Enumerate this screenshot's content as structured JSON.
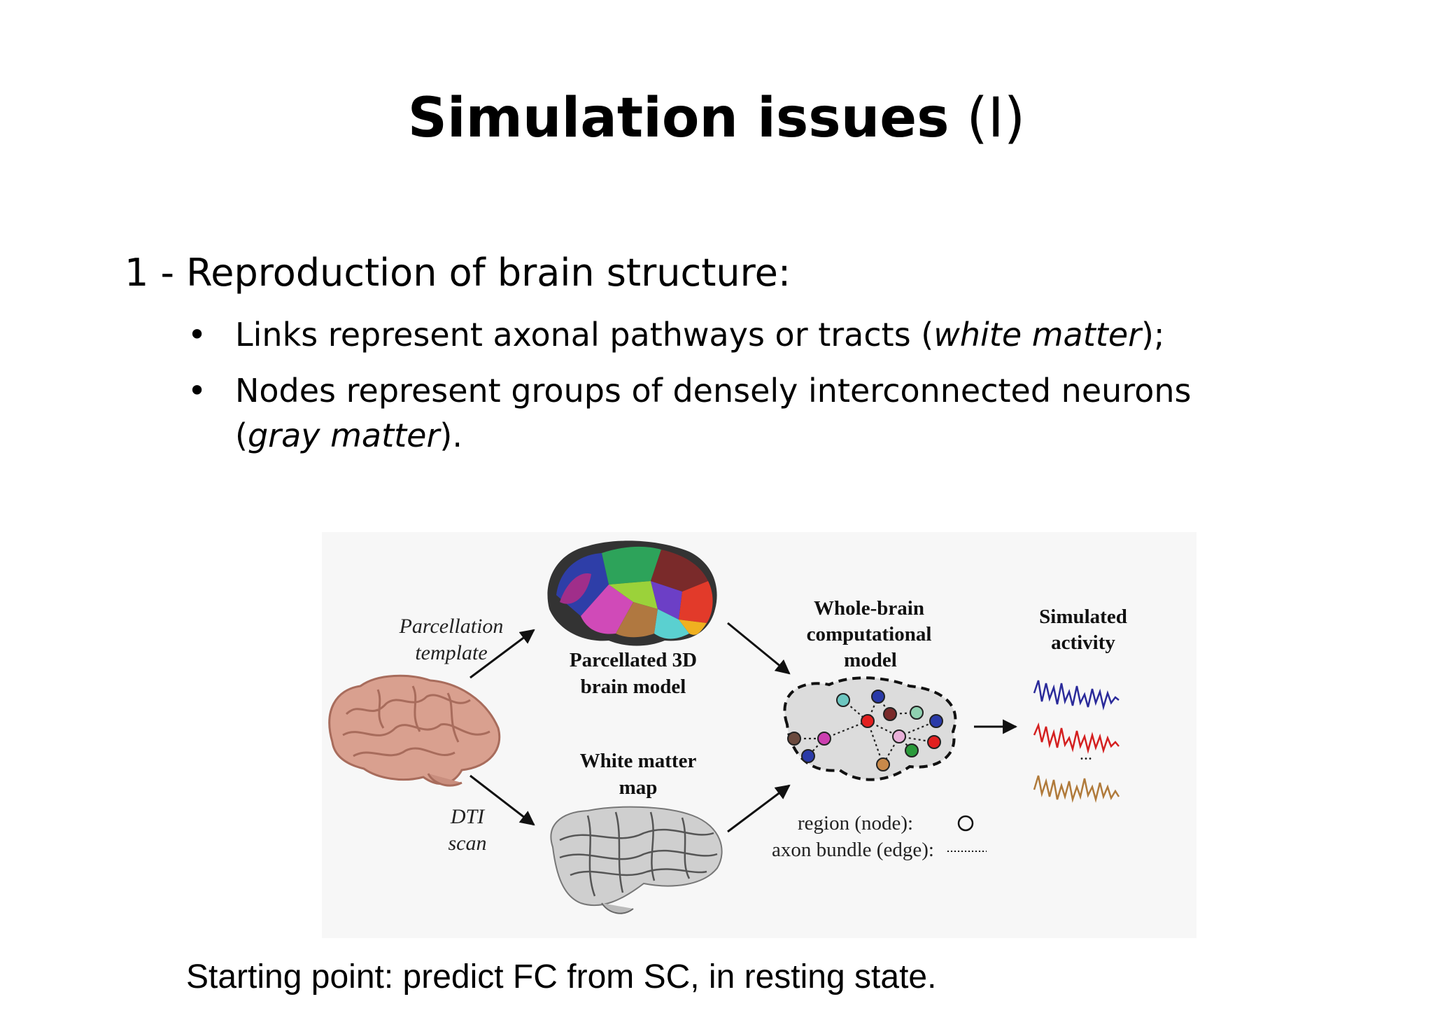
{
  "slide": {
    "title_main": "Simulation issues",
    "title_suffix": "(I)",
    "heading": "1 - Reproduction of brain structure:",
    "bullets": [
      {
        "prefix": "Links represent axonal pathways or tracts (",
        "emph": "white matter",
        "suffix": ");"
      },
      {
        "prefix": "Nodes represent groups of densely interconnected neurons (",
        "emph": "gray matter",
        "suffix": ")."
      }
    ],
    "bullet_glyph": "•",
    "footer": "Starting point: predict FC from SC, in resting state."
  },
  "figure": {
    "parcellation_label": [
      "Parcellation",
      "template"
    ],
    "dti_label": [
      "DTI",
      "scan"
    ],
    "parcellated_label": [
      "Parcellated 3D",
      "brain model"
    ],
    "white_matter_label": [
      "White matter",
      "map"
    ],
    "model_label": [
      "Whole-brain",
      "computational",
      "model"
    ],
    "simulated_label": [
      "Simulated",
      "activity"
    ],
    "ellipsis": "...",
    "legend_node": "region (node):",
    "legend_edge": "axon bundle (edge):",
    "signal_colors": [
      "#2a2a9a",
      "#d42020",
      "#b07a3a"
    ]
  }
}
